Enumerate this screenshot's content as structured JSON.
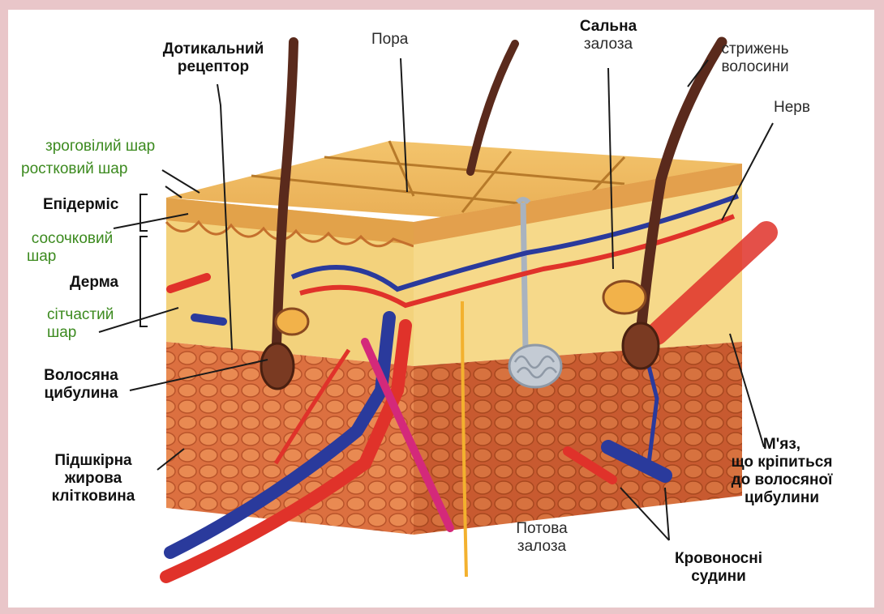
{
  "labels": {
    "touch_receptor": [
      "Дотикальний",
      "рецептор"
    ],
    "pore": "Пора",
    "sebaceous_gland": [
      "Сальна",
      "залоза"
    ],
    "hair_shaft": [
      "стрижень",
      "волосини"
    ],
    "nerve": "Нерв",
    "stratum_corneum": "зроговілий шар",
    "stratum_germinativum": "ростковий шар",
    "epidermis": "Епідерміс",
    "papillary_layer": [
      "сосочковий",
      "шар"
    ],
    "dermis": "Дерма",
    "reticular_layer": [
      "сітчастий",
      "шар"
    ],
    "hair_bulb": [
      "Волосяна",
      "цибулина"
    ],
    "subcutaneous_tissue": [
      "Підшкірна",
      "жирова",
      "клітковина"
    ],
    "muscle": [
      "М'яз,",
      "що кріпиться",
      "до волосяної",
      "цибулини"
    ],
    "sweat_gland": [
      "Потова",
      "залоза"
    ],
    "blood_vessels": [
      "Кровоносні",
      "судини"
    ]
  },
  "colors": {
    "frame": "#e9c6c9",
    "epidermis": "#e2a24a",
    "dermis": "#f4d27e",
    "subcutaneous": "#d9683a",
    "artery": "#e0322a",
    "vein": "#2a3a9c",
    "hair": "#5a2a1c",
    "label_green": "#3c8a1f"
  }
}
